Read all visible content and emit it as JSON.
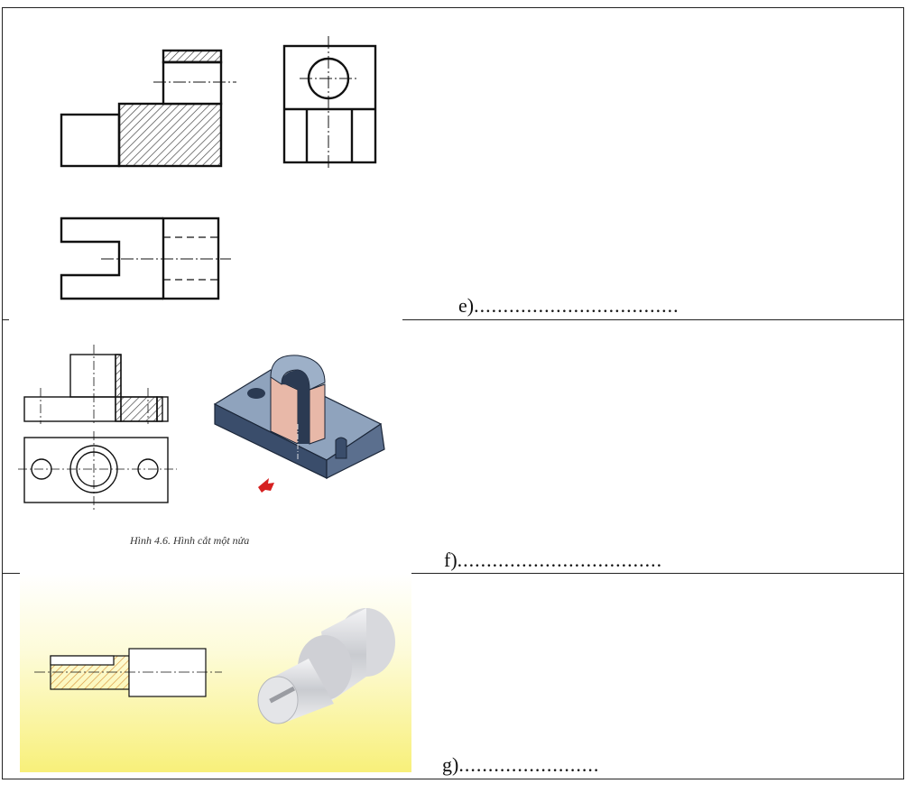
{
  "rows": [
    {
      "id": "e",
      "answer_label": "e)",
      "answer_dots": "..................................."
    },
    {
      "id": "f",
      "answer_label": "f)",
      "answer_dots": "..................................."
    },
    {
      "id": "g",
      "answer_label": "g)",
      "answer_dots": "........................"
    }
  ],
  "figure_caption": "Hình 4.6. Hình cắt một nửa",
  "colors": {
    "line": "#111111",
    "hatch": "#333333",
    "iso_top": "#8fa3bd",
    "iso_side": "#2e3f5a",
    "iso_cut": "#e8b8a8",
    "arrow": "#d62020",
    "panel_gradient_top": "#ffffff",
    "panel_gradient_bottom": "#f8f07a",
    "hatch_orange": "#d9953a"
  }
}
